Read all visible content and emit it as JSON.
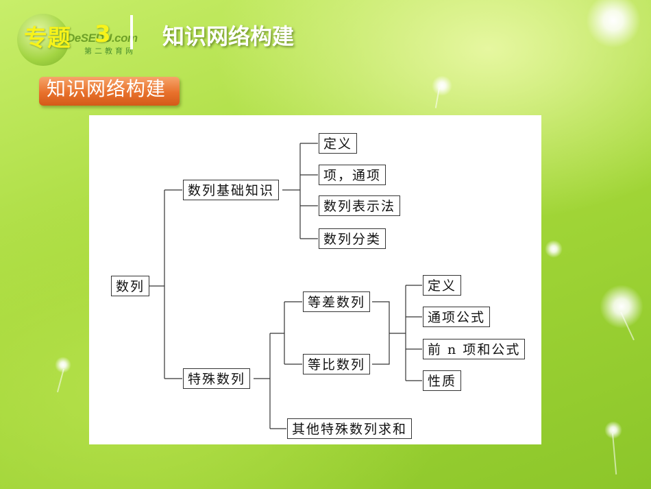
{
  "header": {
    "topic_label": "专题",
    "topic_number": "3",
    "title": "知识网络构建",
    "logo_text": "DeSEDU.com",
    "logo_sub": "第二教育网"
  },
  "section_tab": {
    "label": "知识网络构建"
  },
  "tree": {
    "root": "数列",
    "basics": {
      "label": "数列基础知识",
      "children": [
        "定义",
        "项，通项",
        "数列表示法",
        "数列分类"
      ]
    },
    "special": {
      "label": "特殊数列",
      "arithmetic": "等差数列",
      "geometric": "等比数列",
      "shared_children": [
        "定义",
        "通项公式",
        "前 n 项和公式",
        "性质"
      ],
      "other": "其他特殊数列求和"
    }
  }
}
